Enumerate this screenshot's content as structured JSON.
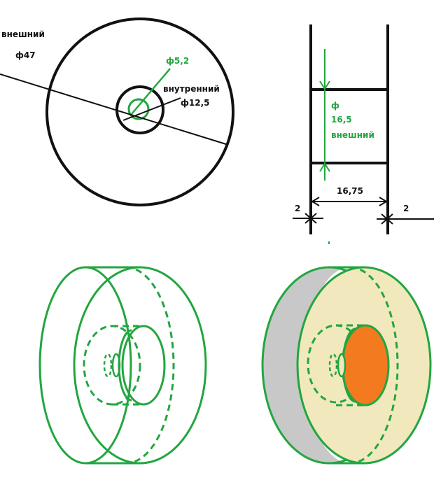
{
  "colors": {
    "ink": "#111111",
    "green": "#22a640",
    "side_fill": "#c8c8c8",
    "face_fill": "#f1e8bd",
    "hub_fill": "#f47a1f"
  },
  "top_left": {
    "outer_label": "внешний",
    "outer_diameter": "ф47",
    "hole_diameter": "ф5,2",
    "inner_label": "внутренний",
    "inner_diameter": "ф12,5"
  },
  "top_right": {
    "phi": "ф",
    "outer_value": "16,5",
    "outer_label": "внешний",
    "width_value": "16,75",
    "wall_left": "2",
    "wall_right": "2"
  }
}
